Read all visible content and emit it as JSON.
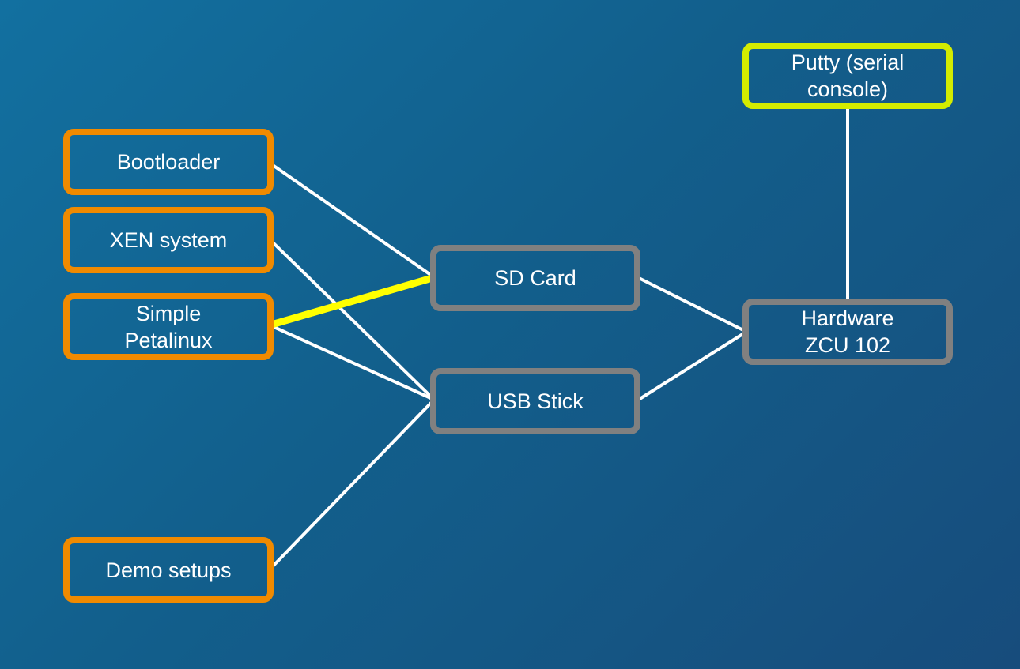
{
  "colors": {
    "background_start": "#1270a0",
    "background_end": "#174c7c",
    "source_border": "#f08a00",
    "media_border": "#808080",
    "hardware_border": "#808080",
    "console_border": "#d4ec00",
    "connector": "#ffffff",
    "highlight_connector": "#ffff00",
    "text": "#ffffff"
  },
  "nodes": {
    "bootloader": {
      "label": "Bootloader",
      "border": "source_border"
    },
    "xen_system": {
      "label": "XEN system",
      "border": "source_border"
    },
    "simple_petalinux": {
      "label": "Simple\nPetalinux",
      "border": "source_border"
    },
    "demo_setups": {
      "label": "Demo setups",
      "border": "source_border"
    },
    "sd_card": {
      "label": "SD Card",
      "border": "media_border"
    },
    "usb_stick": {
      "label": "USB Stick",
      "border": "media_border"
    },
    "hardware": {
      "label": "Hardware\nZCU 102",
      "border": "hardware_border"
    },
    "putty": {
      "label": "Putty (serial\nconsole)",
      "border": "console_border"
    }
  },
  "edges": [
    {
      "from": "bootloader",
      "to": "sd_card",
      "style": "normal"
    },
    {
      "from": "xen_system",
      "to": "usb_stick",
      "style": "normal"
    },
    {
      "from": "simple_petalinux",
      "to": "sd_card",
      "style": "highlight"
    },
    {
      "from": "simple_petalinux",
      "to": "usb_stick",
      "style": "normal"
    },
    {
      "from": "demo_setups",
      "to": "usb_stick",
      "style": "normal"
    },
    {
      "from": "sd_card",
      "to": "hardware",
      "style": "normal"
    },
    {
      "from": "usb_stick",
      "to": "hardware",
      "style": "normal"
    },
    {
      "from": "putty",
      "to": "hardware",
      "style": "normal"
    }
  ]
}
